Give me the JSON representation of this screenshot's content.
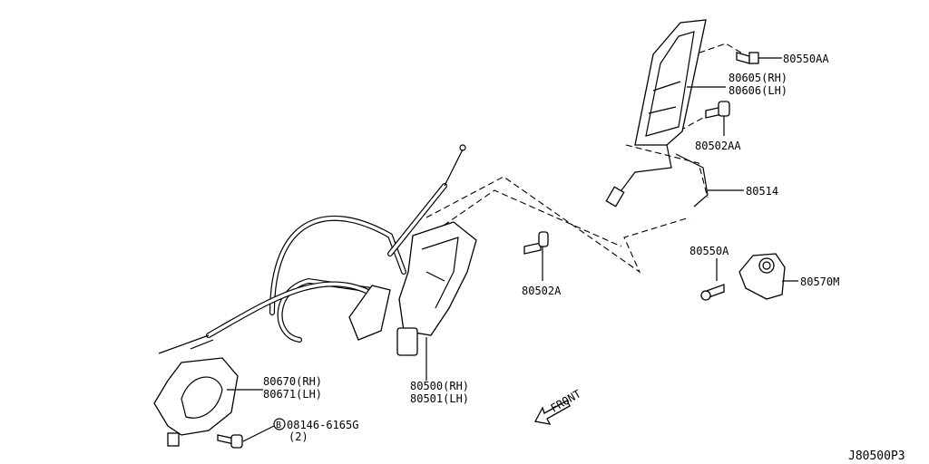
{
  "labels": {
    "p80550AA": "80550AA",
    "p80605": "80605(RH)",
    "p80606": "80606(LH)",
    "p80502AA": "80502AA",
    "p80514": "80514",
    "p80550A": "80550A",
    "p80570M": "80570M",
    "p80502A": "80502A",
    "p80500": "80500(RH)",
    "p80501": "80501(LH)",
    "p80670": "80670(RH)",
    "p80671": "80671(LH)",
    "bolt_code": "08146-6165G",
    "bolt_qty": "(2)",
    "bolt_badge": "B",
    "front": "FRONT",
    "diagram_id": "J80500P3"
  }
}
